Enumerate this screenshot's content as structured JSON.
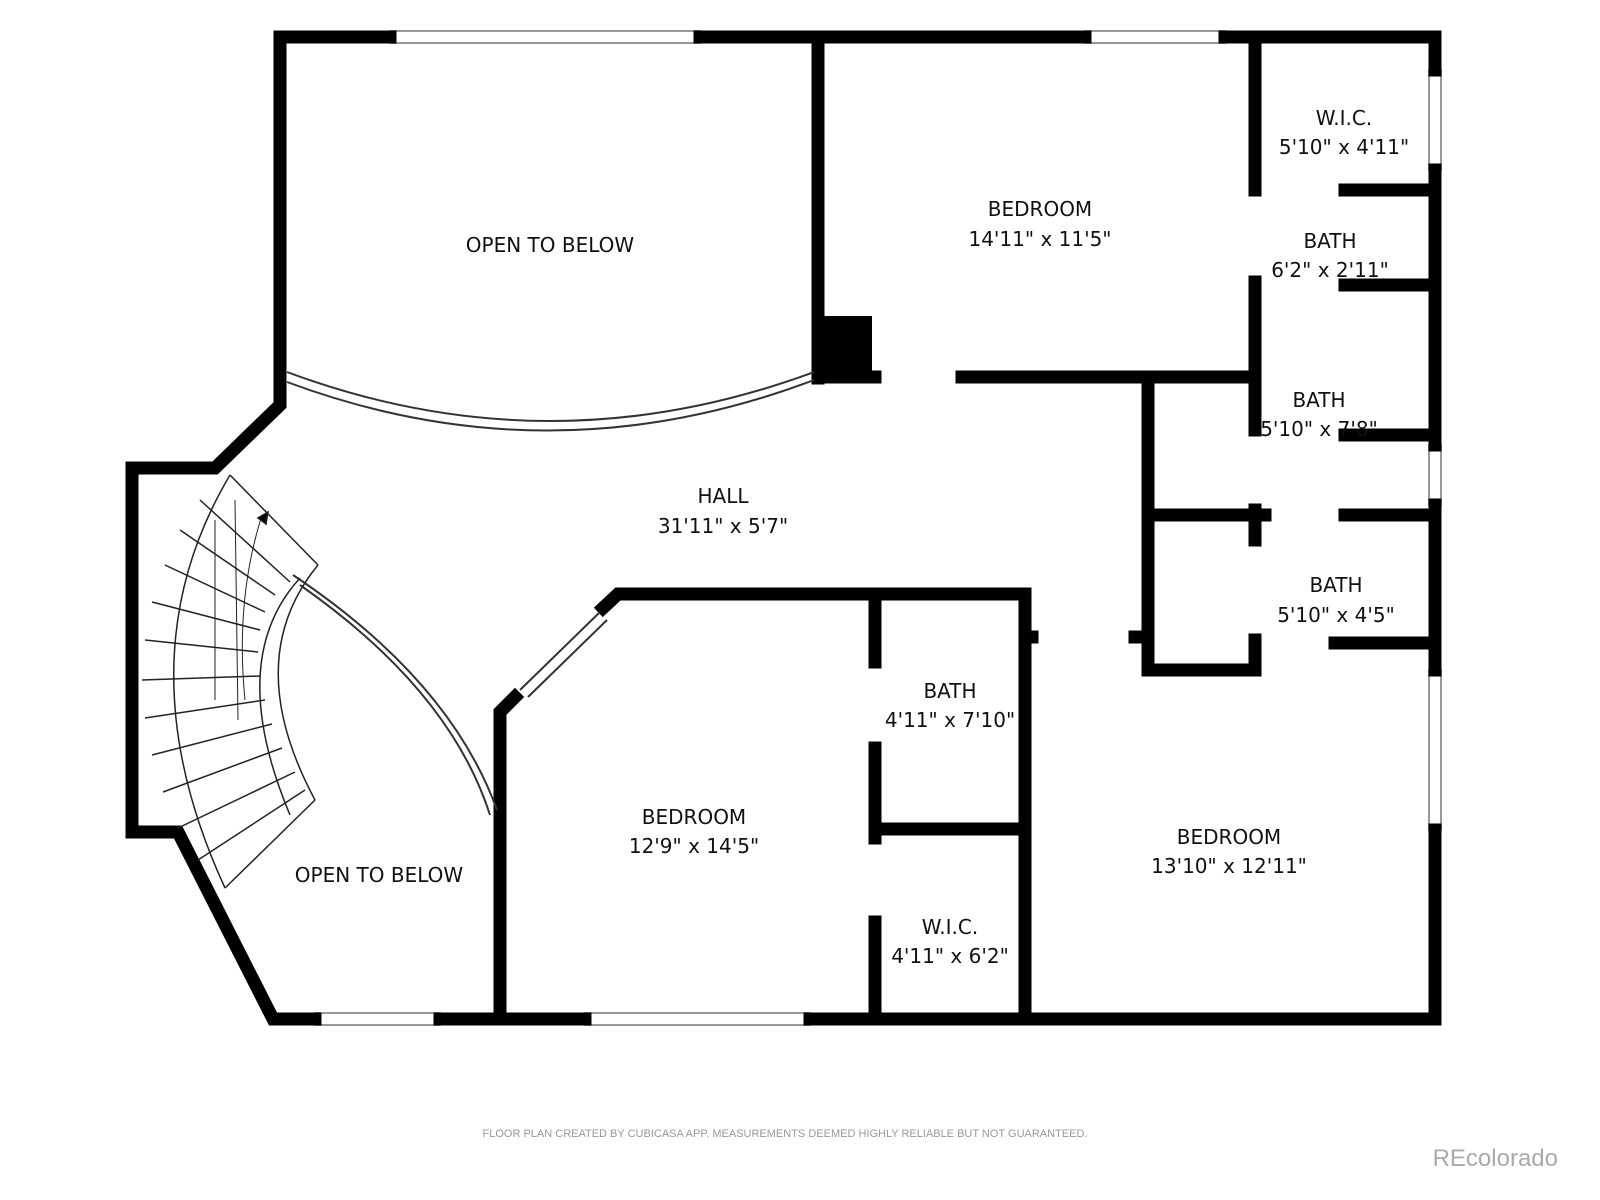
{
  "rooms": [
    {
      "name": "OPEN TO BELOW",
      "size": ""
    },
    {
      "name": "BEDROOM",
      "size": "14'11\" x 11'5\""
    },
    {
      "name": "W.I.C.",
      "size": "5'10\" x 4'11\""
    },
    {
      "name": "BATH",
      "size": "6'2\" x 2'11\""
    },
    {
      "name": "BATH",
      "size": "5'10\" x 7'8\""
    },
    {
      "name": "HALL",
      "size": "31'11\" x 5'7\""
    },
    {
      "name": "BATH",
      "size": "5'10\" x 4'5\""
    },
    {
      "name": "BATH",
      "size": "4'11\" x 7'10\""
    },
    {
      "name": "BEDROOM",
      "size": "12'9\" x 14'5\""
    },
    {
      "name": "BEDROOM",
      "size": "13'10\" x 12'11\""
    },
    {
      "name": "W.I.C.",
      "size": "4'11\" x 6'2\""
    },
    {
      "name": "OPEN TO BELOW",
      "size": ""
    }
  ],
  "footer": "FLOOR PLAN CREATED BY CUBICASA APP. MEASUREMENTS DEEMED HIGHLY RELIABLE BUT NOT GUARANTEED.",
  "brand": "REcolorado"
}
